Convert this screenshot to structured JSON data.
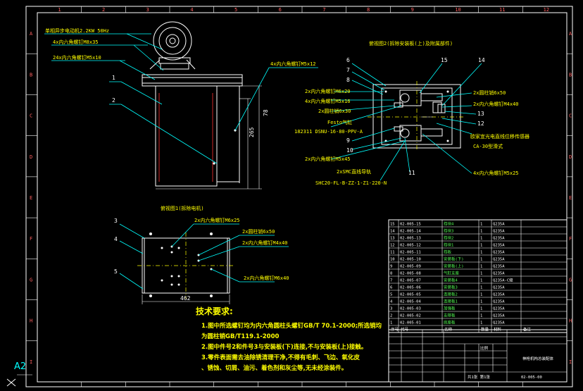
{
  "sheet": {
    "size_label": "A2",
    "grid_letters": [
      "A",
      "B",
      "C",
      "D",
      "E",
      "F",
      "G",
      "H",
      "I"
    ],
    "grid_numbers": [
      "1",
      "2",
      "3",
      "4",
      "5",
      "6",
      "7",
      "8",
      "9",
      "10",
      "11",
      "12"
    ]
  },
  "main_view": {
    "labels": [
      "单相异步电动机2.2KW 50Hz",
      "4x内六角螺钉M8x35",
      "24x内六角螺钉M5x10",
      "4x内六角螺钉M5x12",
      "1",
      "2"
    ],
    "dims": [
      "265",
      "78"
    ]
  },
  "view2": {
    "title": "俯视图2(拆除安装板(上)及附属部件)",
    "leaders": [
      "6",
      "7",
      "8",
      "15",
      "14",
      "13",
      "12",
      "9",
      "10",
      "11"
    ],
    "left_labels": [
      "2x内六角螺钉M6x20",
      "4x内六角螺钉M5x16",
      "2x圆柱销6x30",
      "Festo气缸",
      "182311 DSNU-16-80-PPV-A",
      "2x内六角螺钉M5x45",
      "2xSMC直线导轨",
      "SHC20-FL-B-ZZ-1-Z1-220-N"
    ],
    "right_labels": [
      "2x圆柱销6x50",
      "2x内六角螺钉M4x40",
      "欧家宜光电直线位移传感器",
      "CA-30型滑式",
      "4x内六角螺钉M5x25"
    ]
  },
  "view1": {
    "title": "俯视图1(拆除电机)",
    "leaders": [
      "3",
      "4",
      "5"
    ],
    "labels": [
      "2x内六角螺钉M6x25",
      "2x圆柱销6x50",
      "2x内六角螺钉M4x40",
      "2x内六角螺钉M6x40"
    ],
    "dim": "462"
  },
  "requirements": {
    "heading": "技术要求:",
    "lines": [
      "1.图中所选螺钉均为内六角圆柱头螺钉GB/T 70.1-2000;所选销均",
      "  为圆柱销GB/T119.1-2000",
      "2.图中件号2和件号3与安装板(下)连接,不与安装板(上)接触。",
      "3.零件表面需去油除锈清理干净,不得有毛刺、飞边、氧化皮",
      "  、锈蚀、切屑、油污、着色剂和灰尘等,无未经涂装件。"
    ]
  },
  "bom": {
    "rows": [
      [
        "15",
        "02-005-15",
        "挡块4",
        "1",
        "Q235A"
      ],
      [
        "14",
        "02-005-14",
        "挡块3",
        "1",
        "Q235A"
      ],
      [
        "13",
        "02-005-13",
        "挡块2",
        "1",
        "Q235A"
      ],
      [
        "12",
        "02-005-12",
        "挡块1",
        "1",
        "Q235A"
      ],
      [
        "11",
        "02-005-11",
        "挡板",
        "1",
        "Q235A"
      ],
      [
        "10",
        "02-005-10",
        "安装板(下)",
        "1",
        "Q235A"
      ],
      [
        "9",
        "02-005-09",
        "安装板(上)",
        "1",
        "Q235A"
      ],
      [
        "8",
        "02-005-08",
        "气缸支座",
        "1",
        "Q235A"
      ],
      [
        "7",
        "02-005-07",
        "安装板4",
        "1",
        "Q235A-C级"
      ],
      [
        "6",
        "02-005-06",
        "安装板3",
        "1",
        "Q235A"
      ],
      [
        "5",
        "02-005-05",
        "连接板2",
        "1",
        "Q235A"
      ],
      [
        "4",
        "02-005-04",
        "连接板1",
        "1",
        "Q235A"
      ],
      [
        "3",
        "02-005-03",
        "加强板",
        "1",
        "Q235A"
      ],
      [
        "2",
        "02-005-02",
        "支撑板",
        "1",
        "Q235A"
      ],
      [
        "1",
        "02-005-01",
        "底座板",
        "1",
        "Q235A"
      ]
    ],
    "header": [
      "序号",
      "代号",
      "名称",
      "数量",
      "材料",
      "备注"
    ]
  },
  "title_block": {
    "name": "神枪机构总装配体",
    "code": "02-005-00",
    "scale_label": "比例",
    "sheet_label": "共1张 第1张"
  },
  "colors": {
    "background": "#000000",
    "outline": "#ffffff",
    "text": "#ffff00",
    "hidden": "#ff3030",
    "center": "#00ffff"
  }
}
